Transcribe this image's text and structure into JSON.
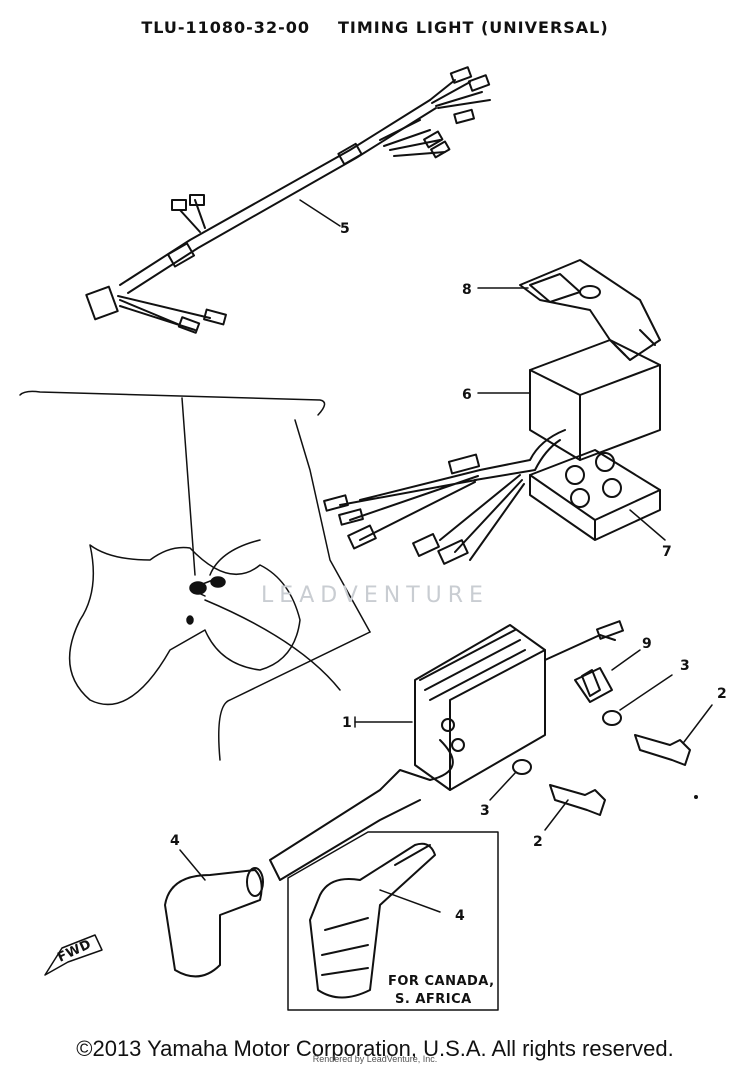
{
  "header": {
    "part_number": "TLU-11080-32-00",
    "title": "TIMING LIGHT (UNIVERSAL)"
  },
  "watermark": "LEADVENTURE",
  "callouts": {
    "c1": "1",
    "c2a": "2",
    "c2b": "2",
    "c3a": "3",
    "c3b": "3",
    "c4a": "4",
    "c4b": "4",
    "c5": "5",
    "c6": "6",
    "c7": "7",
    "c8": "8",
    "c9": "9"
  },
  "fwd_label": "FWD",
  "inset_note": {
    "line1": "FOR CANADA,",
    "line2": "S. AFRICA"
  },
  "footer": {
    "copyright": "©2013 Yamaha Motor Corporation, U.S.A. All rights reserved.",
    "rendered": "Rendered by LeadVenture, Inc."
  }
}
